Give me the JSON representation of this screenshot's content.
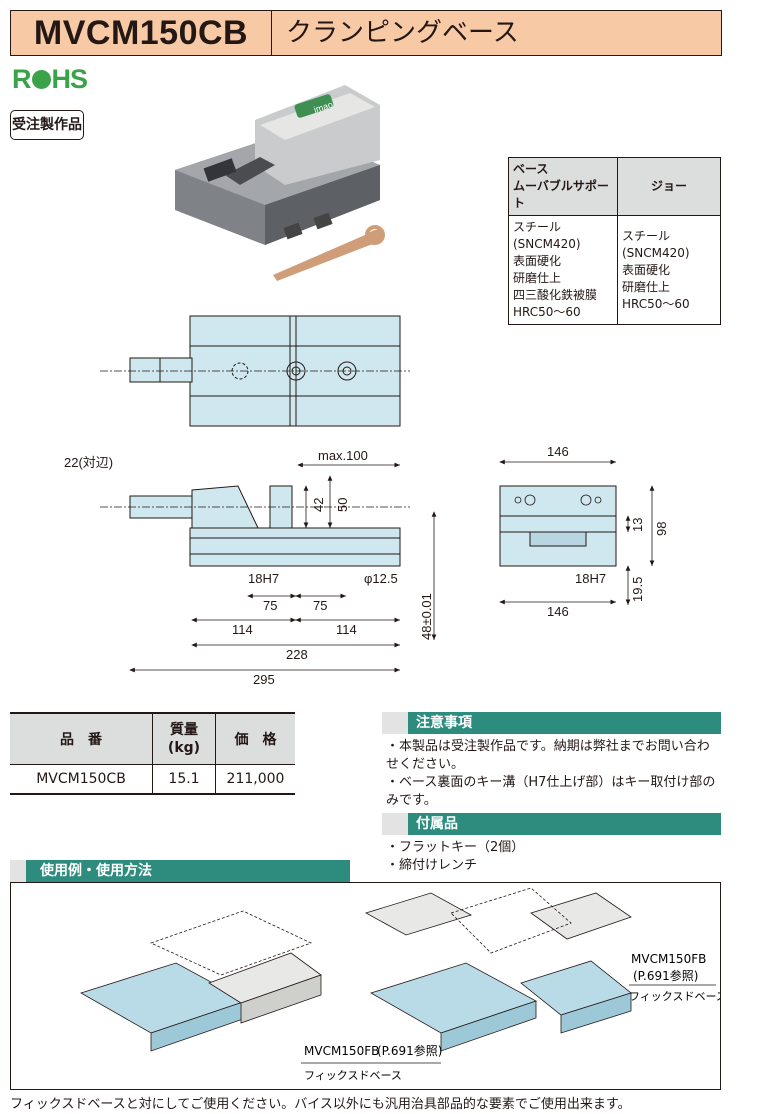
{
  "header": {
    "model": "MVCM150CB",
    "product_name": "クランピングベース"
  },
  "badges": {
    "rohs": "RoHS",
    "made_to_order": "受注製作品"
  },
  "photo": {
    "brand_mark": "imao"
  },
  "material_table": {
    "col1_header": "ベース\nムーバブルサポート",
    "col2_header": "ジョー",
    "col1_lines": [
      "スチール(SNCM420)",
      "表面硬化",
      "研磨仕上",
      "四三酸化鉄被膜",
      "HRC50～60"
    ],
    "col2_lines": [
      "スチール(SNCM420)",
      "表面硬化",
      "研磨仕上",
      "HRC50～60"
    ]
  },
  "drawing": {
    "hex": "22(対辺)",
    "max": "max.100",
    "d42": "42",
    "d50": "50",
    "h7a": "18H7",
    "phi": "φ12.5",
    "d75a": "75",
    "d75b": "75",
    "d114a": "114",
    "d114b": "114",
    "d228": "228",
    "d295": "295",
    "height": "48±0.01",
    "w146top": "146",
    "w146bot": "146",
    "d13": "13",
    "d98": "98",
    "d19": "19.5",
    "h7b": "18H7"
  },
  "spec_table": {
    "headers": [
      "品　番",
      "質量\n(kg)",
      "価　格"
    ],
    "row": [
      "MVCM150CB",
      "15.1",
      "211,000"
    ]
  },
  "notes": {
    "title": "注意事項",
    "items": [
      "本製品は受注製作品です。納期は弊社までお問い合わせください。",
      "ベース裏面のキー溝（H7仕上げ部）はキー取付け部のみです。"
    ]
  },
  "accessories": {
    "title": "付属品",
    "items": [
      "フラットキー（2個）",
      "締付けレンチ"
    ]
  },
  "usage": {
    "title": "使用例・使用方法",
    "label1_main": "MVCM150FB",
    "label1_ref": "(P.691参照)",
    "label1_sub": "フィックスドベース",
    "label2_main": "MVCM150FB",
    "label2_ref": "(P.691参照)",
    "label2_sub": "フィックスドベース"
  },
  "footer": "フィックスドベースと対にしてご使用ください。バイス以外にも汎用治具部品的な要素でご使用出来ます。"
}
